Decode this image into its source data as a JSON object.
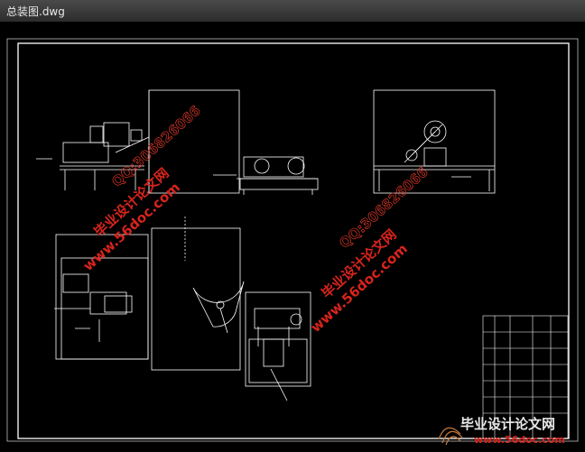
{
  "window": {
    "title": "总装图.dwg"
  },
  "watermarks": {
    "site_cn": "毕业设计论文网",
    "site_url": "www.56doc.com",
    "qq": "QQ:306826066"
  },
  "corner_logo": {
    "text": "毕业设计论文网",
    "url": "www.56doc.com"
  },
  "colors": {
    "background": "#000000",
    "lines": "#ffffff",
    "watermark": "#d8241c"
  }
}
